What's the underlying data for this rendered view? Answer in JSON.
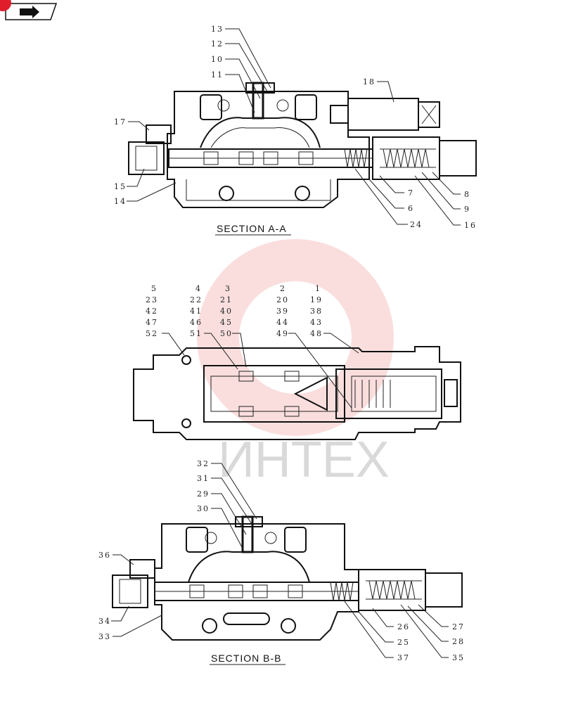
{
  "watermark": {
    "text": "ИНТЕХ",
    "color": "#f2a0a0"
  },
  "nav_icon": "arrow-right-icon",
  "badge_color": "#e01e2b",
  "section_a": {
    "title": "SECTION  A-A",
    "labels": [
      "13",
      "12",
      "10",
      "11",
      "18",
      "17",
      "15",
      "14",
      "7",
      "8",
      "6",
      "9",
      "24",
      "16"
    ]
  },
  "section_mid": {
    "rows": [
      [
        "5",
        "4",
        "3",
        "2",
        "1"
      ],
      [
        "23",
        "22",
        "21",
        "20",
        "19"
      ],
      [
        "42",
        "41",
        "40",
        "39",
        "38"
      ],
      [
        "47",
        "46",
        "45",
        "44",
        "43"
      ],
      [
        "52",
        "51",
        "50",
        "49",
        "48"
      ]
    ]
  },
  "section_b": {
    "title": "SECTION  B-B",
    "labels": [
      "32",
      "31",
      "29",
      "30",
      "36",
      "34",
      "33",
      "26",
      "27",
      "25",
      "28",
      "37",
      "35"
    ]
  }
}
